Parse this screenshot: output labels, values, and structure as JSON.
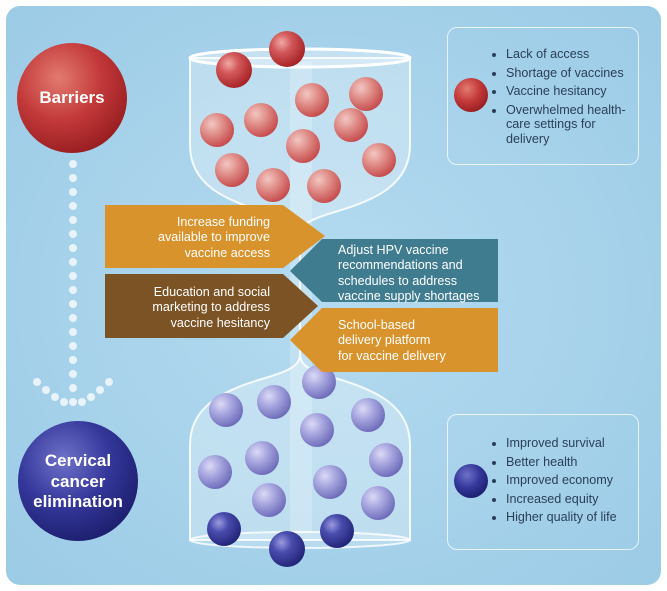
{
  "barriers": {
    "title": "Barriers",
    "items": [
      "Lack of access",
      "Shortage of vaccines",
      "Vaccine hesitancy",
      "Overwhelmed health-care settings for delivery"
    ]
  },
  "outcome": {
    "title_lines": [
      "Cervical",
      "cancer",
      "elimination"
    ],
    "items": [
      "Improved survival",
      "Better health",
      "Improved economy",
      "Increased equity",
      "Higher quality of life"
    ]
  },
  "strategies": [
    {
      "lines": [
        "Increase funding",
        "available to improve",
        "vaccine access"
      ],
      "color": "#d8932c"
    },
    {
      "lines": [
        "Adjust HPV vaccine",
        "recommendations and",
        "schedules to address",
        "vaccine supply shortages"
      ],
      "color": "#3f7c8f"
    },
    {
      "lines": [
        "Education and social",
        "marketing to address",
        "vaccine hesitancy"
      ],
      "color": "#7b5324"
    },
    {
      "lines": [
        "School-based",
        "delivery platform",
        "for vaccine delivery"
      ],
      "color": "#d8932c"
    }
  ],
  "colors": {
    "background": "#a9d3eb",
    "barrier_ball": "#c0393b",
    "outcome_ball": "#2d3188"
  }
}
